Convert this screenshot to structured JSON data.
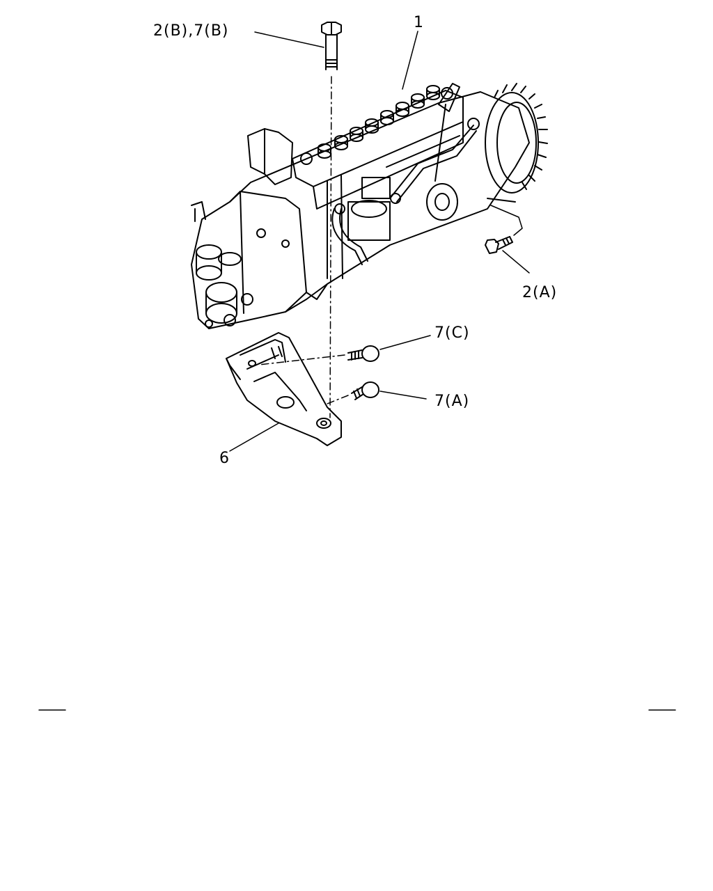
{
  "callouts": {
    "part_1": "1",
    "part_2a": "2(A)",
    "part_2b_7b": "2(B),7(B)",
    "part_6": "6",
    "part_7a": "7(A)",
    "part_7c": "7(C)"
  },
  "colors": {
    "ink": "#000000",
    "paper": "#ffffff"
  }
}
